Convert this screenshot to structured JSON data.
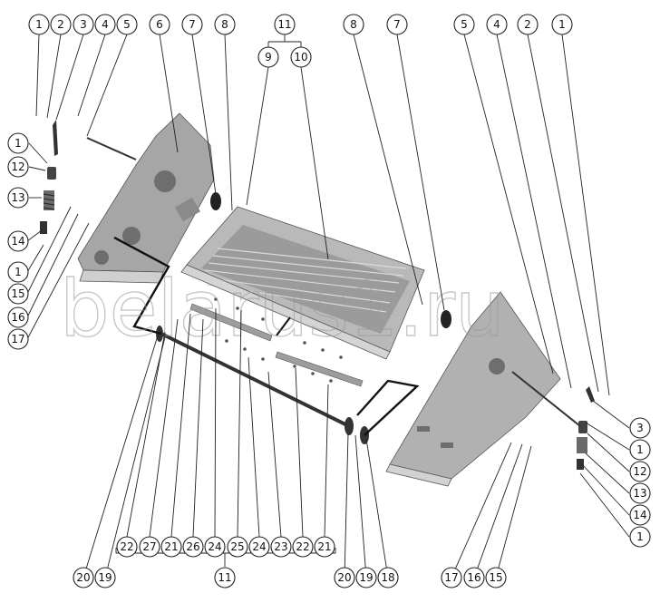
{
  "watermark": "belarus1.ru",
  "colors": {
    "sheet_metal": "#a9a9a9",
    "sheet_dark": "#7d7d7d",
    "sheet_light": "#d6d6d6",
    "line": "#222222"
  },
  "callouts": {
    "top_left": [
      "1",
      "2",
      "3",
      "4",
      "5",
      "6",
      "7",
      "8"
    ],
    "top_group": {
      "parent": "11",
      "children": [
        "9",
        "10"
      ]
    },
    "top_right": [
      "8",
      "7",
      "5",
      "4",
      "2",
      "1"
    ],
    "left_column": [
      "1",
      "12",
      "13",
      "14",
      "1",
      "15",
      "16",
      "17"
    ],
    "right_column": [
      "3",
      "1",
      "12",
      "13",
      "14",
      "1"
    ],
    "bottom_row": [
      "22",
      "27",
      "21",
      "26",
      "24",
      "25",
      "24",
      "23",
      "22",
      "21"
    ],
    "bottom_group_parent": "11",
    "bottom_left": [
      "20",
      "19"
    ],
    "bottom_right": [
      "20",
      "19",
      "18",
      "17",
      "16",
      "15"
    ]
  }
}
